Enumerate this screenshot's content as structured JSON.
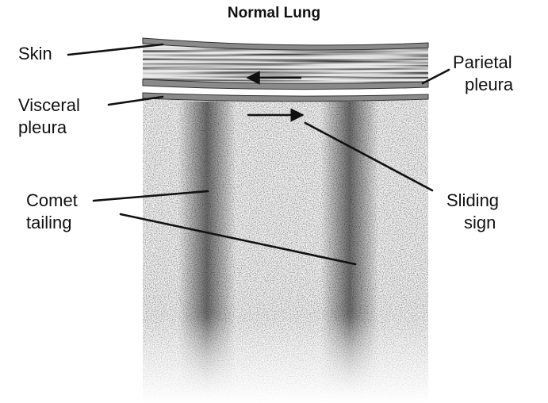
{
  "title": "Normal Lung",
  "labels": {
    "skin": "Skin",
    "parietal_line1": "Parietal",
    "parietal_line2": "pleura",
    "visceral_line1": "Visceral",
    "visceral_line2": "pleura",
    "comet_line1": "Comet",
    "comet_line2": "tailing",
    "sliding_line1": "Sliding",
    "sliding_line2": "sign"
  },
  "colors": {
    "line": "#111111",
    "pleura_band": "#8a8a8a",
    "background": "#ffffff"
  }
}
